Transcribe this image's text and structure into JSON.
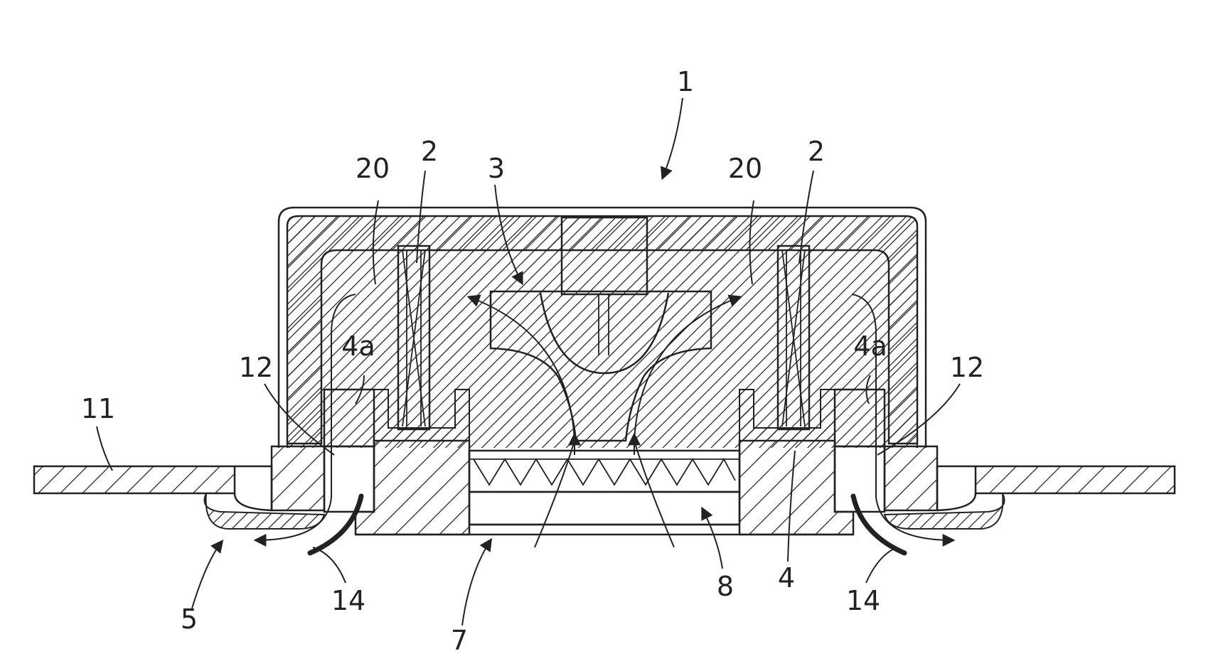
{
  "figure": {
    "labels": {
      "l1": "1",
      "l2_left": "2",
      "l2_right": "2",
      "l3": "3",
      "l20_left": "20",
      "l20_right": "20",
      "l4a_left": "4a",
      "l4a_right": "4a",
      "l12_left": "12",
      "l12_right": "12",
      "l11": "11",
      "l5": "5",
      "l14_left": "14",
      "l14_right": "14",
      "l7": "7",
      "l8": "8",
      "l4": "4"
    }
  }
}
